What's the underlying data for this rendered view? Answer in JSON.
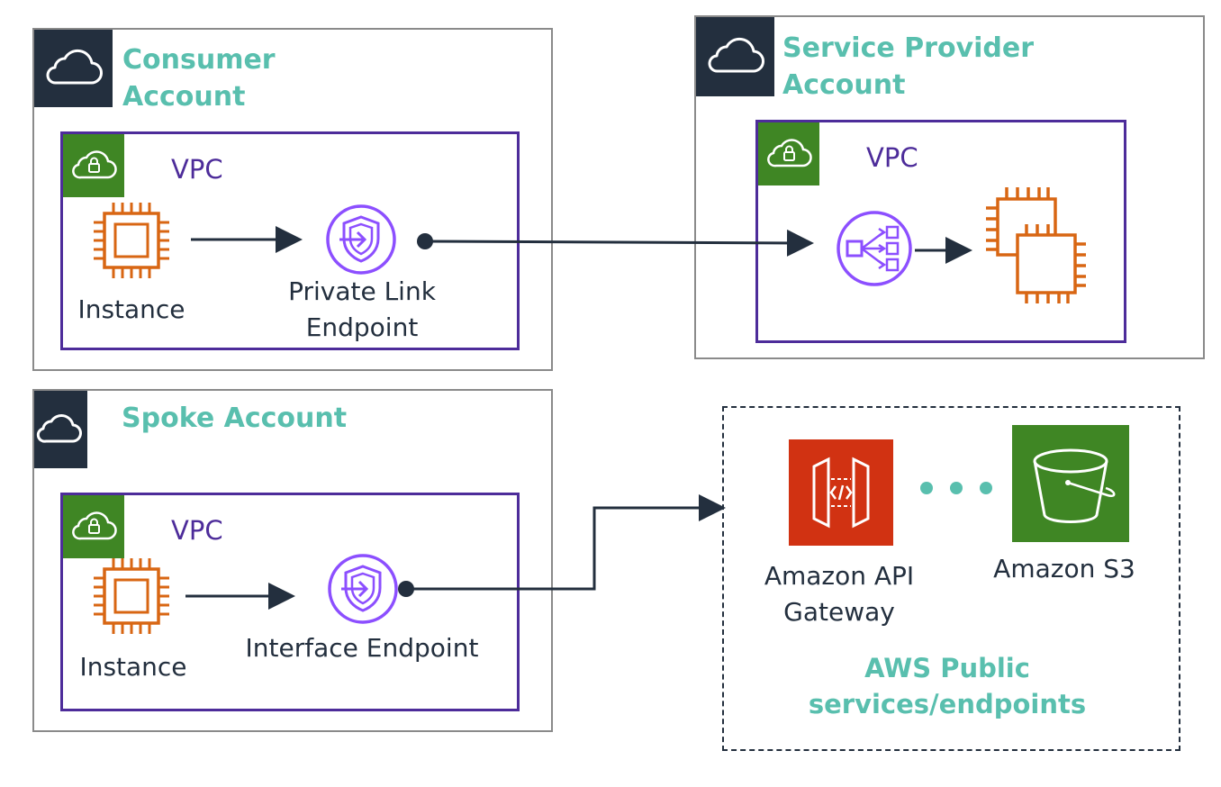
{
  "accounts": {
    "consumer": {
      "title_line1": "Consumer",
      "title_line2": "Account",
      "vpc_label": "VPC",
      "instance_label": "Instance",
      "endpoint_line1": "Private Link",
      "endpoint_line2": "Endpoint"
    },
    "provider": {
      "title_line1": "Service Provider",
      "title_line2": "Account",
      "vpc_label": "VPC"
    },
    "spoke": {
      "title": "Spoke Account",
      "vpc_label": "VPC",
      "instance_label": "Instance",
      "endpoint_label": "Interface Endpoint"
    }
  },
  "public_services": {
    "title_line1": "AWS Public",
    "title_line2": "services/endpoints",
    "api_gateway_line1": "Amazon API",
    "api_gateway_line2": "Gateway",
    "s3_label": "Amazon S3"
  },
  "colors": {
    "account_border": "#8a8a8a",
    "account_icon_bg": "#232f3e",
    "vpc_border": "#4d2c9a",
    "vpc_icon_bg": "#3f8624",
    "title_teal": "#59bfae",
    "ec2_orange": "#d86613",
    "endpoint_purple": "#8c4fff",
    "api_gateway_red": "#d13212",
    "s3_green": "#3f8624",
    "arrow": "#232f3e"
  },
  "icons": [
    "cloud-icon",
    "vpc-lock-cloud-icon",
    "ec2-instance-icon",
    "privatelink-endpoint-icon",
    "network-load-balancer-icon",
    "api-gateway-icon",
    "s3-bucket-icon"
  ]
}
